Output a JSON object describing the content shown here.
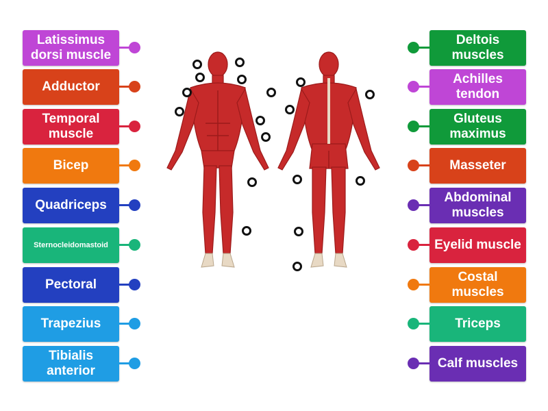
{
  "left_labels": [
    {
      "text": "Latissimus dorsi muscle",
      "color": "#bf46d6"
    },
    {
      "text": "Adductor",
      "color": "#d8421a"
    },
    {
      "text": "Temporal muscle",
      "color": "#d9233e"
    },
    {
      "text": "Bicep",
      "color": "#f0790f"
    },
    {
      "text": "Quadriceps",
      "color": "#2340c0"
    },
    {
      "text": "Sternocleidomastoid",
      "color": "#19b57a"
    },
    {
      "text": "Pectoral",
      "color": "#2340c0"
    },
    {
      "text": "Trapezius",
      "color": "#1f9de4"
    },
    {
      "text": "Tibialis anterior",
      "color": "#1f9de4"
    }
  ],
  "right_labels": [
    {
      "text": "Deltois muscles",
      "color": "#109a3a"
    },
    {
      "text": "Achilles tendon",
      "color": "#bf46d6"
    },
    {
      "text": "Gluteus maximus",
      "color": "#109a3a"
    },
    {
      "text": "Masseter",
      "color": "#d8421a"
    },
    {
      "text": "Abdominal muscles",
      "color": "#6a2eb3"
    },
    {
      "text": "Eyelid muscle",
      "color": "#d9233e"
    },
    {
      "text": "Costal muscles",
      "color": "#f0790f"
    },
    {
      "text": "Triceps",
      "color": "#19b57a"
    },
    {
      "text": "Calf muscles",
      "color": "#6a2eb3"
    }
  ],
  "muscle_color": "#c62a2a",
  "muscle_shade": "#9b1a1a",
  "tendon_color": "#e8d9c4"
}
